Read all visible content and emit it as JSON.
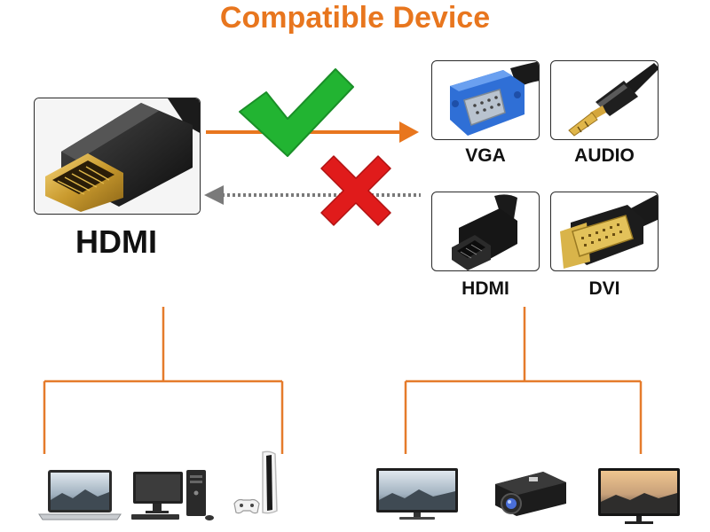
{
  "title": "Compatible Device",
  "source": {
    "label": "HDMI",
    "icon": "hdmi-connector-icon"
  },
  "targets": [
    {
      "label": "VGA",
      "icon": "vga-connector-icon"
    },
    {
      "label": "AUDIO",
      "icon": "audio-jack-icon"
    },
    {
      "label": "HDMI",
      "icon": "hdmi-connector-icon"
    },
    {
      "label": "DVI",
      "icon": "dvi-connector-icon"
    }
  ],
  "left_devices": [
    "laptop-icon",
    "desktop-pc-icon",
    "game-console-icon"
  ],
  "right_devices": [
    "monitor-icon",
    "projector-icon",
    "tv-icon"
  ],
  "colors": {
    "accent": "#e8761e",
    "check": "#22b432",
    "cross": "#e01b1b",
    "dotted_arrow": "#7a7a7a",
    "tree_line": "#e57b2b"
  }
}
